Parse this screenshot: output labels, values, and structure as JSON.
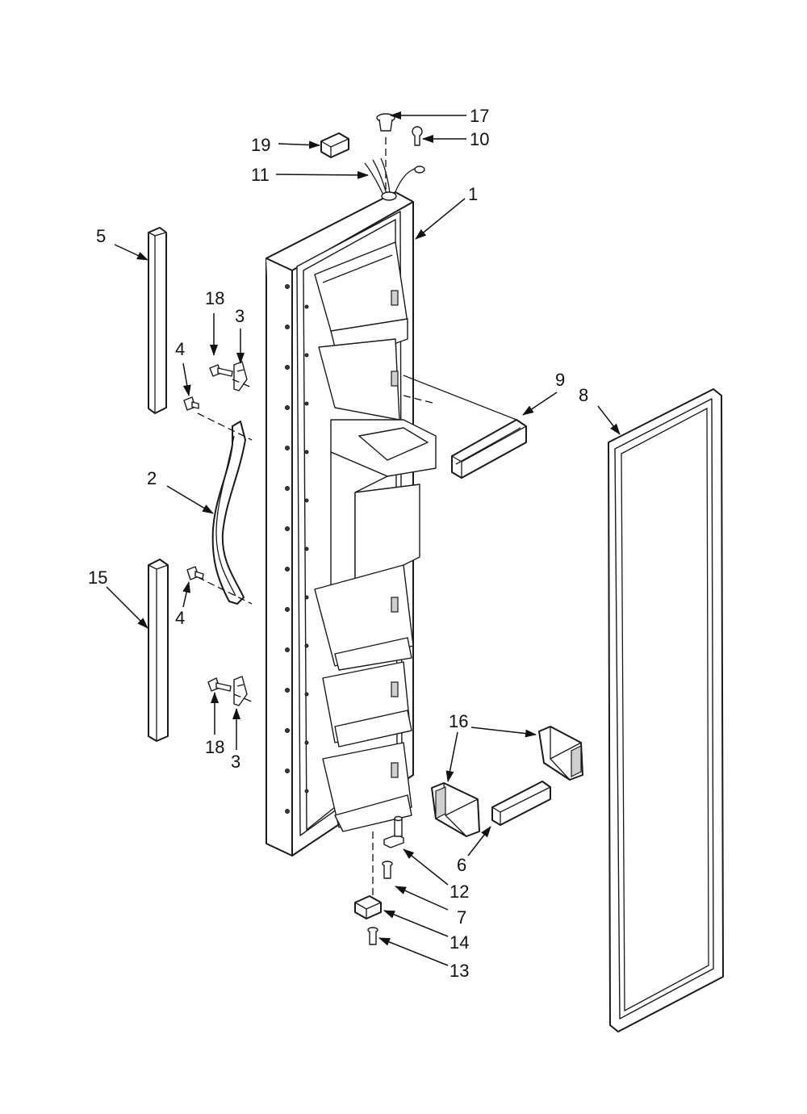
{
  "callouts": [
    {
      "id": "c17",
      "label": "17"
    },
    {
      "id": "c10",
      "label": "10"
    },
    {
      "id": "c19",
      "label": "19"
    },
    {
      "id": "c11",
      "label": "11"
    },
    {
      "id": "c1",
      "label": "1"
    },
    {
      "id": "c5",
      "label": "5"
    },
    {
      "id": "c18a",
      "label": "18"
    },
    {
      "id": "c3a",
      "label": "3"
    },
    {
      "id": "c4a",
      "label": "4"
    },
    {
      "id": "c9",
      "label": "9"
    },
    {
      "id": "c8",
      "label": "8"
    },
    {
      "id": "c2",
      "label": "2"
    },
    {
      "id": "c15",
      "label": "15"
    },
    {
      "id": "c4b",
      "label": "4"
    },
    {
      "id": "c18b",
      "label": "18"
    },
    {
      "id": "c3b",
      "label": "3"
    },
    {
      "id": "c16",
      "label": "16"
    },
    {
      "id": "c6",
      "label": "6"
    },
    {
      "id": "c12",
      "label": "12"
    },
    {
      "id": "c7",
      "label": "7"
    },
    {
      "id": "c14",
      "label": "14"
    },
    {
      "id": "c13",
      "label": "13"
    }
  ]
}
